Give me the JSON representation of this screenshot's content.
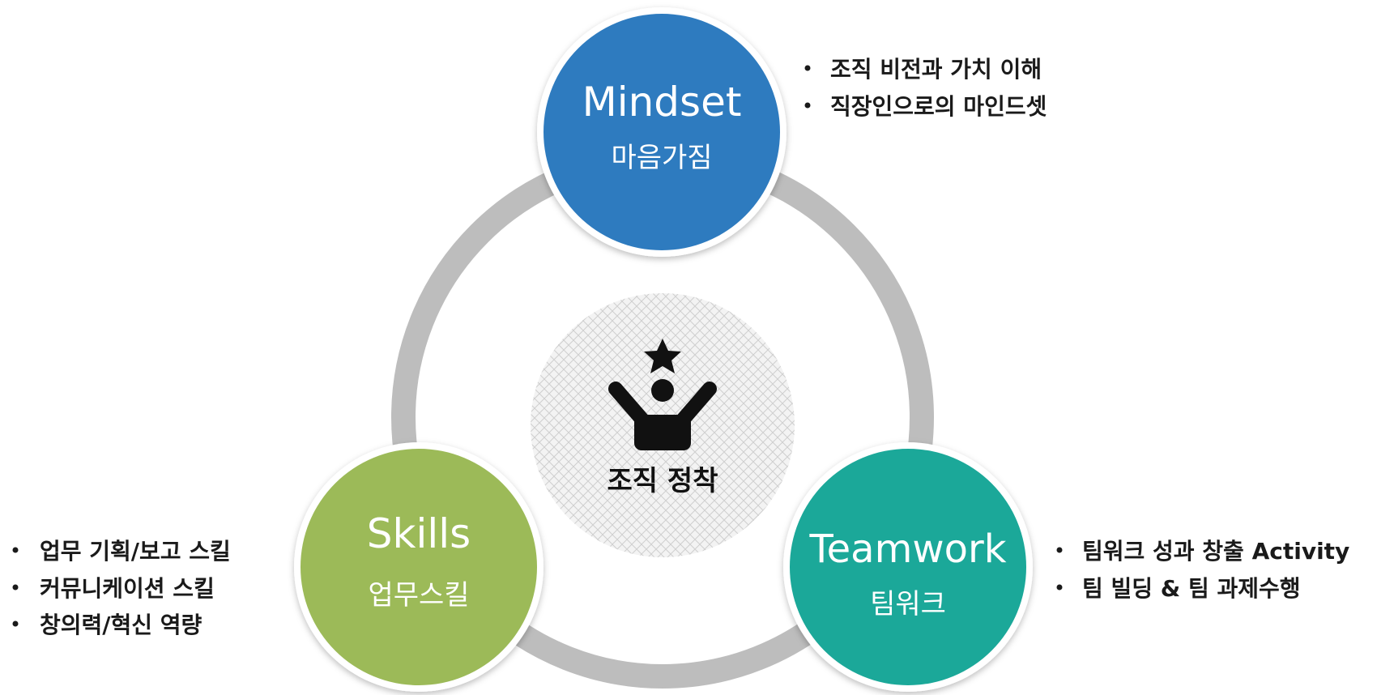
{
  "colors": {
    "ring": "#bdbdbd",
    "mindset": "#2e7bbf",
    "skills": "#9cba58",
    "teamwork": "#1ba899",
    "center_fill": "#f2f2f2",
    "center_pattern": "#cfcfcf",
    "icon": "#111111"
  },
  "center": {
    "label": "조직 정착",
    "icon": "person-raising-arms-with-star-icon"
  },
  "nodes": {
    "mindset": {
      "title": "Mindset",
      "subtitle": "마음가짐",
      "bullets": [
        "조직 비전과 가치 이해",
        "직장인으로의 마인드셋"
      ]
    },
    "skills": {
      "title": "Skills",
      "subtitle": "업무스킬",
      "bullets": [
        "업무 기획/보고 스킬",
        "커뮤니케이션 스킬",
        "창의력/혁신 역량"
      ]
    },
    "teamwork": {
      "title": "Teamwork",
      "subtitle": "팀워크",
      "bullets": [
        "팀워크 성과 창출 Activity",
        "팀 빌딩 & 팀 과제수행"
      ]
    }
  }
}
